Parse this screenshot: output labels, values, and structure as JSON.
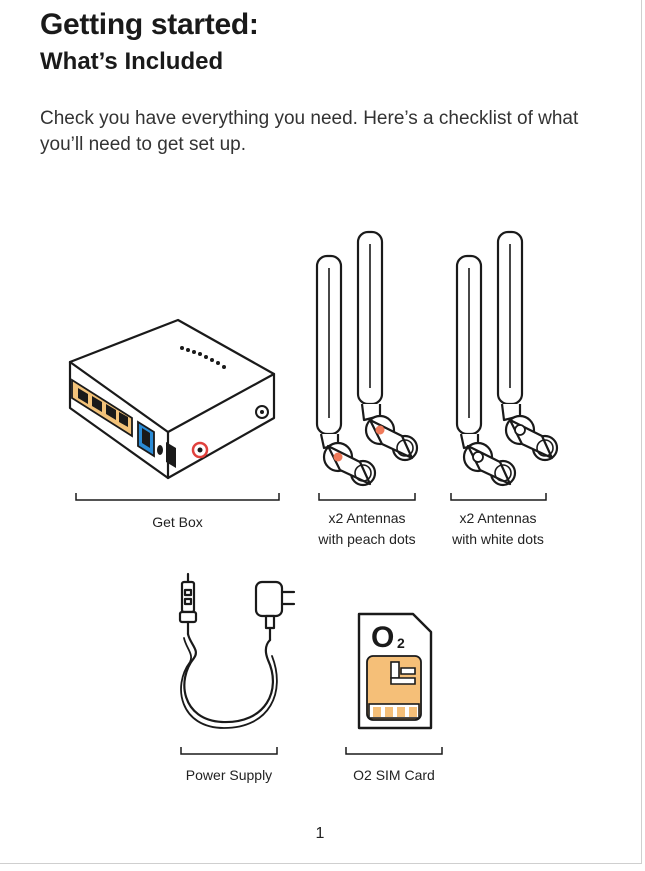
{
  "header": {
    "title": "Getting started:",
    "subtitle": "What’s Included"
  },
  "intro": "Check you have everything you need. Here’s a checklist of what you’ll need to get set up.",
  "items": [
    {
      "caption_line1": "Get Box",
      "caption_line2": "",
      "icon": "router-icon"
    },
    {
      "caption_line1": "x2 Antennas",
      "caption_line2": "with peach dots",
      "icon": "antenna-peach-dots-icon"
    },
    {
      "caption_line1": "x2 Antennas",
      "caption_line2": "with white dots",
      "icon": "antenna-white-dots-icon"
    },
    {
      "caption_line1": "Power Supply",
      "caption_line2": "",
      "icon": "power-supply-icon"
    },
    {
      "caption_line1": "O2 SIM Card",
      "caption_line2": "",
      "icon": "sim-card-icon"
    }
  ],
  "sim_logo": {
    "letter": "O",
    "subscript": "2"
  },
  "colors": {
    "ink": "#1a1a1a",
    "ethernet_ports": "#f3c37a",
    "blue_port": "#2a8bd6",
    "red_port": "#e0413d",
    "peach_dot": "#f07a5a",
    "sim_chip": "#f5bf78"
  },
  "page_number": "1"
}
